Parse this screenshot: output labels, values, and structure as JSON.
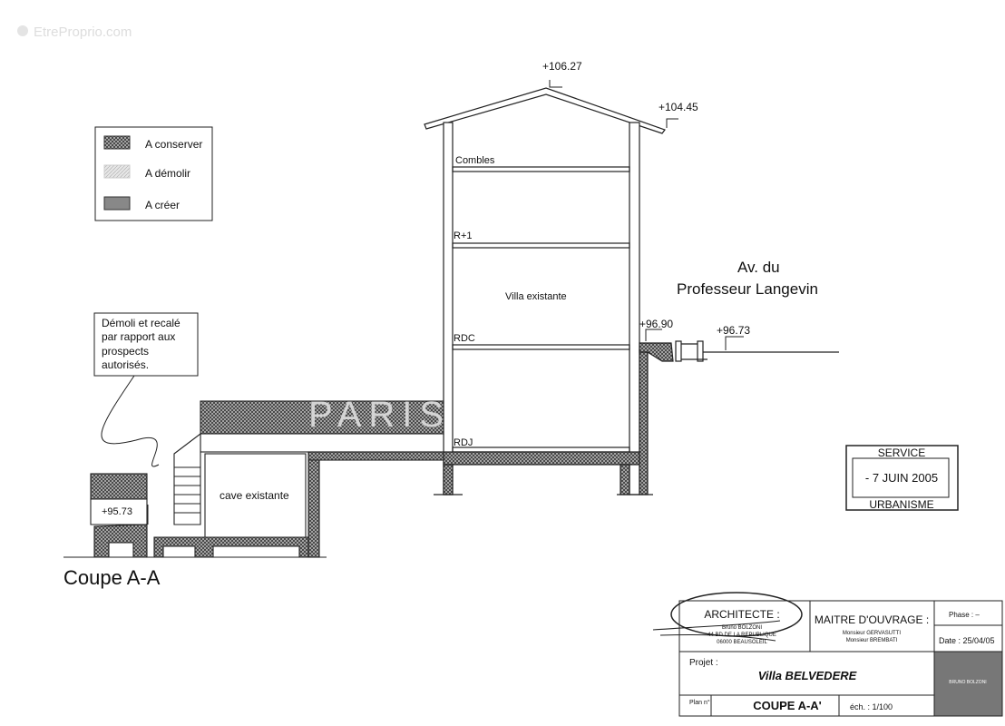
{
  "watermark": "EtreProprio.com",
  "overlay_watermark": "PARIS",
  "legend": [
    {
      "label": "A conserver",
      "color": "#444444"
    },
    {
      "label": "A démolir",
      "color": "#dddddd"
    },
    {
      "label": "A créer",
      "color": "#888888"
    }
  ],
  "elevations": {
    "roof_peak": "+106.27",
    "eave": "+104.45",
    "street_side": "+96.90",
    "street": "+96.73",
    "lower_garden": "+95.73"
  },
  "levels": [
    "Combles",
    "R+1",
    "RDC",
    "RDJ"
  ],
  "building_label": "Villa existante",
  "cellar_label": "cave existante",
  "street_label": [
    "Av. du",
    "Professeur Langevin"
  ],
  "callout": [
    "Démoli et recalé",
    "par rapport aux",
    "prospects",
    "autorisés."
  ],
  "section_title": "Coupe A-A",
  "stamp": {
    "top": "SERVICE",
    "date": "- 7 JUIN 2005",
    "bottom": "URBANISME"
  },
  "title_block": {
    "architecte_label": "ARCHITECTE :",
    "architecte_lines": [
      "Bruno BOLZONI",
      "44 BD DE LA REPUBLIQUE",
      "06000 BEAUSOLEIL"
    ],
    "maitre_label": "MAITRE D'OUVRAGE :",
    "maitre_lines": [
      "Monsieur GERVASUTTI",
      "Monsieur BREMBATI"
    ],
    "phase": "Phase : –",
    "date": "Date : 25/04/05",
    "projet_label": "Projet :",
    "projet": "Villa BELVEDERE",
    "plan_label": "Plan n°",
    "plan": "COUPE A-A'",
    "echelle": "éch. : 1/100",
    "logo_text": "BRUNO BOLZONI"
  }
}
